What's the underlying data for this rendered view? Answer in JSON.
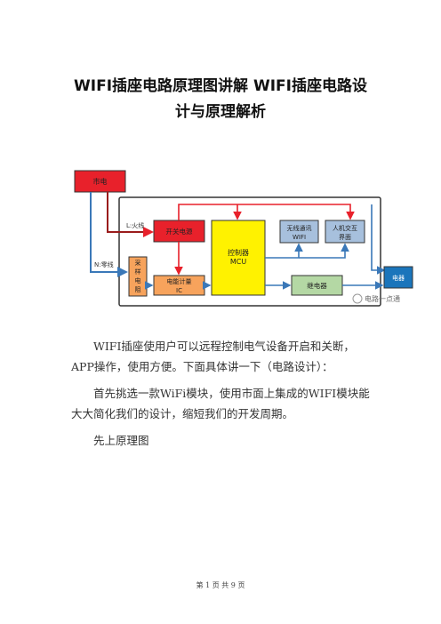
{
  "doc": {
    "title_line1": "WIFI插座电路原理图讲解  WIFI插座电路设",
    "title_line2": "计与原理解析",
    "para1": "WIFI插座使用户可以远程控制电气设备开启和关断，APP操作，使用方便。下面具体讲一下（电路设计）：",
    "para2": "首先挑选一款WiFi模块，使用市面上集成的WIFI模块能大大简化我们的设计，缩短我们的开发周期。",
    "para3": "先上原理图",
    "footer": "第 1 页 共 9 页"
  },
  "diagram": {
    "mains": "市电",
    "live": "L:火线",
    "neutral": "N:零线",
    "switch_power": "开关电源",
    "mcu_line1": "控制器",
    "mcu_line2": "MCU",
    "wifi_line1": "无线通讯",
    "wifi_line2": "WIFI",
    "hmi_line1": "人机交互",
    "hmi_line2": "界面",
    "sampling": [
      "采",
      "样",
      "电",
      "阻"
    ],
    "meter_line1": "电能计量",
    "meter_line2": "IC",
    "relay": "继电器",
    "appliance": "电器",
    "watermark": "电路一点通"
  },
  "colors": {
    "red": "#e8212b",
    "yellow": "#fff200",
    "orange": "#f7a35c",
    "steel": "#a7c0dd",
    "green": "#b4d8a4",
    "blue": "#1b75bb",
    "wire_blue": "#3a78b8",
    "frame": "#333333"
  }
}
